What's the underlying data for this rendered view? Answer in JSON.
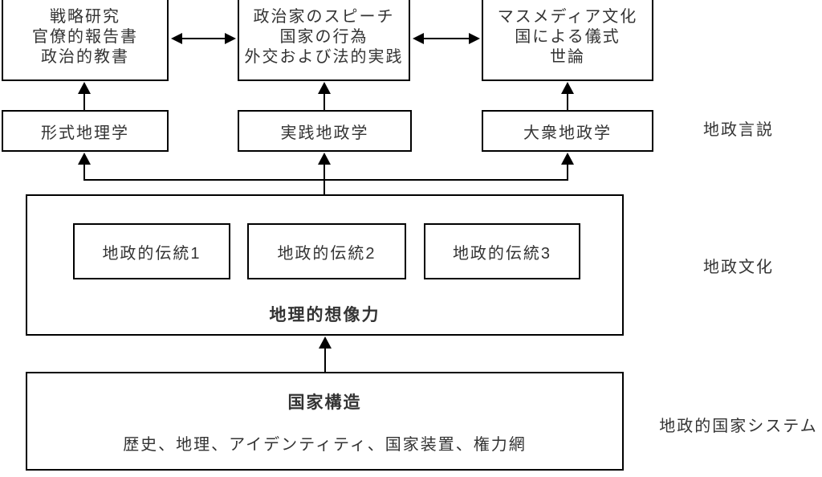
{
  "diagram": {
    "top_row": [
      {
        "lines": [
          "戦略研究",
          "官僚的報告書",
          "政治的教書"
        ]
      },
      {
        "lines": [
          "政治家のスピーチ",
          "国家の行為",
          "外交および法的実践"
        ]
      },
      {
        "lines": [
          "マスメディア文化",
          "国による儀式",
          "世論"
        ]
      }
    ],
    "middle_row": [
      {
        "label": "形式地理学"
      },
      {
        "label": "実践地政学"
      },
      {
        "label": "大衆地政学"
      }
    ],
    "culture_box": {
      "traditions": [
        "地政的伝統1",
        "地政的伝統2",
        "地政的伝統3"
      ],
      "caption": "地理的想像力"
    },
    "state_box": {
      "title": "国家構造",
      "subtitle": "歴史、地理、アイデンティティ、国家装置、権力網"
    },
    "side_labels": {
      "discourse": "地政言説",
      "culture": "地政文化",
      "state_system": "地政的国家システム"
    },
    "colors": {
      "line": "#000000",
      "text": "#333333",
      "background": "#ffffff"
    }
  }
}
